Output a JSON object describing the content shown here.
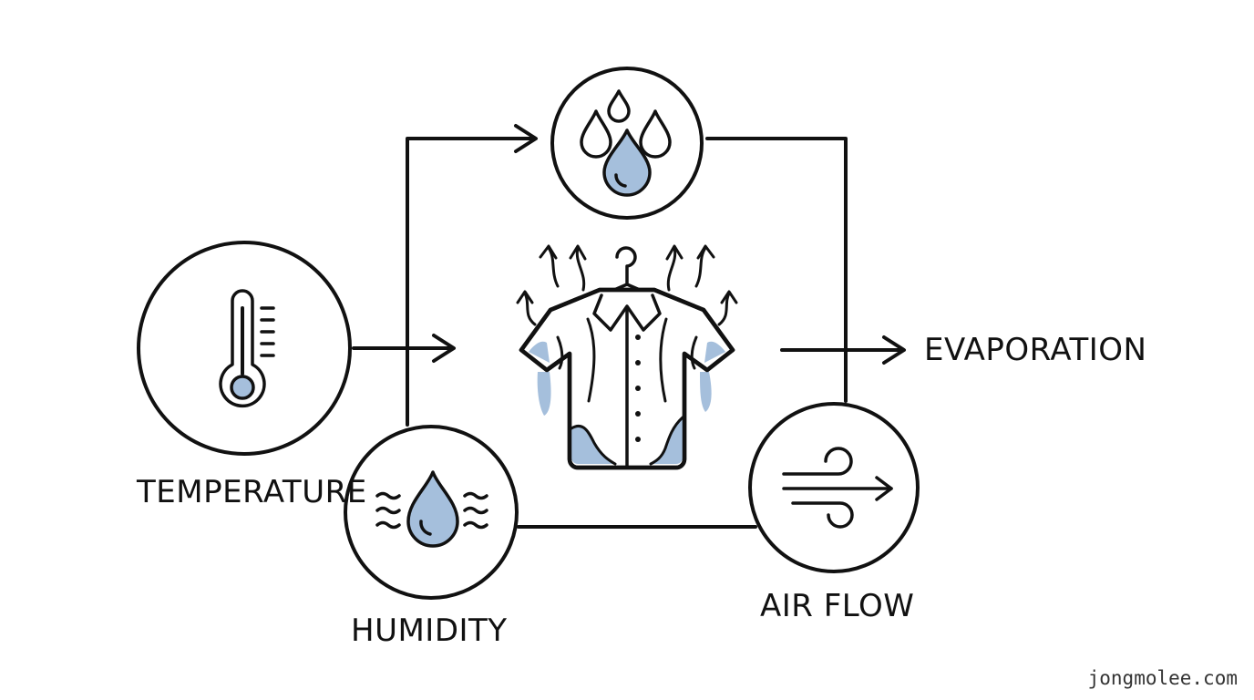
{
  "diagram": {
    "labels": {
      "temperature": "TEMPERATURE",
      "humidity": "HUMIDITY",
      "air_flow": "AIR FLOW",
      "evaporation": "EVAPORATION"
    },
    "icons": {
      "temperature": "thermometer-icon",
      "moisture": "water-drops-icon",
      "humidity": "humid-drop-icon",
      "air_flow": "wind-icon",
      "center": "wet-shirt-on-hanger-icon"
    },
    "colors": {
      "line": "#111111",
      "water": "#a5bfdc",
      "background": "#ffffff"
    }
  },
  "watermark": "jongmolee.com"
}
